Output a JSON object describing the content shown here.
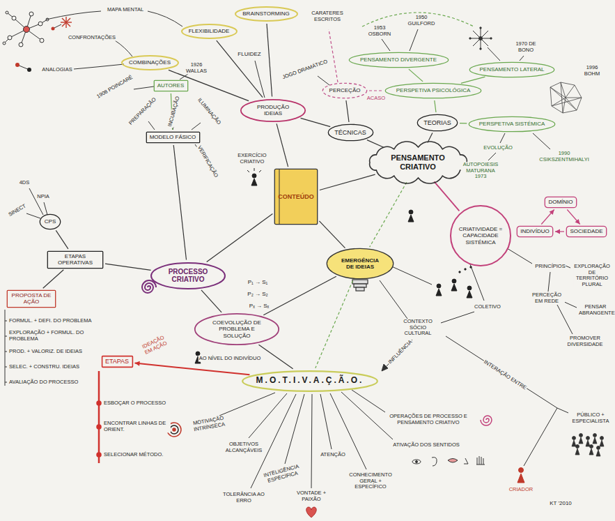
{
  "diagram": {
    "nodes": [
      {
        "text": [
          "PENSAMENTO CRIATIVO"
        ]
      },
      {
        "text": [
          "TÉCNICAS"
        ]
      },
      {
        "text": [
          "TEORIAS"
        ]
      },
      {
        "text": [
          "PRODUÇÃO IDEIAS"
        ]
      },
      {
        "text": [
          "PERCEÇÃO"
        ]
      },
      {
        "text": [
          "FLEXIBILIDADE"
        ]
      },
      {
        "text": [
          "BRAINSTORMING"
        ]
      },
      {
        "text": [
          "COMBINAÇÕES"
        ]
      },
      {
        "text": [
          "PERSPETIVA PSICOLÓGICA"
        ]
      },
      {
        "text": [
          "PENSAMENTO DIVERGENTE"
        ]
      },
      {
        "text": [
          "PENSAMENTO LATERAL"
        ]
      },
      {
        "text": [
          "PERSPETIVA SISTÉMICA"
        ]
      },
      {
        "text": [
          "AUTORES"
        ]
      },
      {
        "text": [
          "MODELO FÁSICO"
        ]
      },
      {
        "text": [
          "CONTEÚDO"
        ]
      },
      {
        "text": [
          "PROCESSO CRIATIVO"
        ]
      },
      {
        "text": [
          "ETAPAS OPERATIVAS"
        ]
      },
      {
        "text": [
          "CPS"
        ]
      },
      {
        "text": [
          "PROPOSTA DE AÇÃO"
        ]
      },
      {
        "text": [
          "COEVOLUÇÃO DE PROBLEMA E SOLUÇÃO"
        ]
      },
      {
        "text": [
          "EMERGÊNCIA DE IDEIAS"
        ]
      },
      {
        "text": [
          "M.O.T.I.V.A.Ç.Ã.O."
        ]
      },
      {
        "text": [
          "ETAPAS"
        ]
      },
      {
        "text": [
          "CRIATIVIDADE = CAPACIDADE SISTÉMICA"
        ]
      },
      {
        "text": [
          "DOMÍNIO"
        ]
      },
      {
        "text": [
          "INDIVÍDUO"
        ]
      },
      {
        "text": [
          "SOCIEDADE"
        ]
      }
    ],
    "edges": [
      {
        "from": 0,
        "to": 1,
        "arrow": "none"
      },
      {
        "from": 0,
        "to": 2,
        "arrow": "none"
      },
      {
        "from": 0,
        "to": 14,
        "arrow": "none"
      },
      {
        "from": 0,
        "to": 20,
        "arrow": "none"
      },
      {
        "from": 0,
        "to": 23,
        "arrow": "none"
      },
      {
        "from": 1,
        "to": 3,
        "arrow": "none"
      },
      {
        "from": 1,
        "to": 4,
        "arrow": "none"
      },
      {
        "from": 2,
        "to": 8,
        "arrow": "none"
      },
      {
        "from": 2,
        "to": 11,
        "arrow": "none"
      },
      {
        "from": 8,
        "to": 9,
        "arrow": "none"
      },
      {
        "from": 8,
        "to": 10,
        "arrow": "none"
      },
      {
        "from": 4,
        "to": 8,
        "arrow": "none",
        "label": "ACASO"
      },
      {
        "from": 3,
        "to": 5,
        "arrow": "none"
      },
      {
        "from": 3,
        "to": 6,
        "arrow": "none"
      },
      {
        "from": 3,
        "to": 7,
        "arrow": "none"
      },
      {
        "from": 14,
        "to": 3,
        "arrow": "none"
      },
      {
        "from": 14,
        "to": 15,
        "arrow": "none"
      },
      {
        "from": 14,
        "to": 20,
        "arrow": "none"
      },
      {
        "from": 15,
        "to": 13,
        "arrow": "none"
      },
      {
        "from": 13,
        "to": 12,
        "arrow": "none"
      },
      {
        "from": 15,
        "to": 16,
        "arrow": "none"
      },
      {
        "from": 16,
        "to": 17,
        "arrow": "none"
      },
      {
        "from": 16,
        "to": 18,
        "arrow": "none"
      },
      {
        "from": 15,
        "to": 19,
        "arrow": "none"
      },
      {
        "from": 19,
        "to": 20,
        "arrow": "none"
      },
      {
        "from": 19,
        "to": 21,
        "arrow": "none"
      },
      {
        "from": 21,
        "to": 22,
        "arrow": "to"
      },
      {
        "from": 24,
        "to": 26,
        "arrow": "to"
      },
      {
        "from": 26,
        "to": 25,
        "arrow": "to"
      },
      {
        "from": 25,
        "to": 24,
        "arrow": "to"
      },
      {
        "from": 20,
        "to": 21,
        "arrow": "none"
      }
    ],
    "labels": [
      "MAPA MENTAL",
      "CONFRONTAÇÕES",
      "ANALOGIAS",
      "FLUIDEZ",
      "CARATERES ESCRITOS",
      "JOGO DRAMÁTICO",
      "1953 OSBORN",
      "1950 GUILFORD",
      "1970 DE BONO",
      "1996 BOHM",
      "EXERCÍCIO CRIATIVO",
      "1926 WALLAS",
      "1908 POINCARÉ",
      "PREPARAÇÃO",
      "INCUBAÇÃO",
      "ILUMINAÇÃO",
      "VERIFICAÇÃO",
      "4DS",
      "NPIA",
      "SINECT",
      "FORMUL. + DEFI. DO PROBLEMA",
      "EXPLORAÇÃO + FORMUL. DO PROBLEMA",
      "PROD. + VALORIZ. DE IDEIAS",
      "SELEC. + CONSTRU. IDEIAS",
      "AVALIAÇÃO DO PROCESSO",
      "ESBOÇAR O PROCESSO",
      "ENCONTRAR LINHAS DE ORIENT.",
      "SELECIONAR MÉTODO.",
      "IDEAÇÃO EM AÇÃO",
      "P₁ → S₁",
      "P₂ → S₂",
      "Pₓ → Sₓ",
      "AO NÍVEL DO INDIVÍDUO",
      "MOTIVAÇÃO INTRÍNSECA",
      "OBJETIVOS ALCANÇÁVEIS",
      "TOLERÂNCIA AO ERRO",
      "INTELIGÊNCIA ESPECÍFICA",
      "VONTADE + PAIXÃO",
      "ATENÇÃO",
      "CONHECIMENTO GERAL + ESPECÍFICO",
      "ATIVAÇÃO DOS SENTIDOS",
      "OPERAÇÕES DE PROCESSO E PENSAMENTO CRIATIVO",
      "INFLUÊNCIA",
      "CONTEXTO SÓCIO CULTURAL",
      "COLETIVO",
      "INTERAÇÃO ENTRE",
      "CRIADOR",
      "PÚBLICO + ESPECIALISTA",
      "PRINCÍPIOS",
      "EXPLORAÇÃO DE TERRITÓRIO PLURAL",
      "PERCEÇÃO EM REDE",
      "PENSAR ABRANGENTE",
      "PROMOVER DIVERSIDADE",
      "EVOLUÇÃO",
      "AUTOPOIESIS MATURANA 1973",
      "1990 CSIKSZENTMIHALYI",
      "KT '2010"
    ]
  }
}
